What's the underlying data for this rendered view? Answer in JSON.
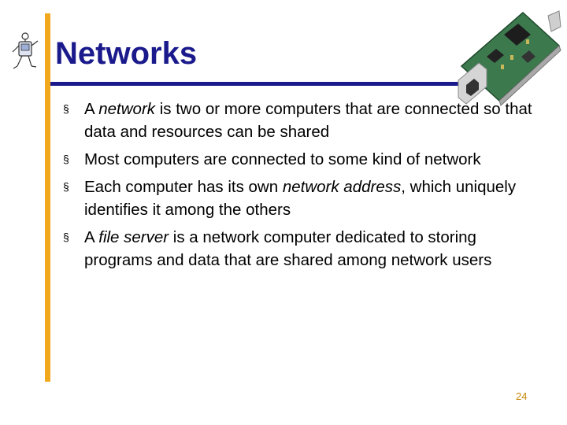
{
  "title": "Networks",
  "colors": {
    "title": "#1A1A8C",
    "accent_bar": "#F2A81D",
    "rule": "#1A1A8C",
    "page_number": "#C8860A"
  },
  "icons": {
    "mascot": "running-computer-mascot-icon",
    "nic": "network-interface-card-image"
  },
  "bullet_marker": "§",
  "bullets": [
    {
      "pre": "A ",
      "em": "network",
      "post": " is two or more computers that are connected so that data and resources can be shared"
    },
    {
      "pre": "Most computers are connected to some kind of network",
      "em": "",
      "post": ""
    },
    {
      "pre": "Each computer has its own ",
      "em": "network address",
      "post": ", which uniquely identifies it among the others"
    },
    {
      "pre": "A ",
      "em": "file server",
      "post": " is a network computer dedicated to storing programs and data that are shared among network users"
    }
  ],
  "page_number": "24"
}
